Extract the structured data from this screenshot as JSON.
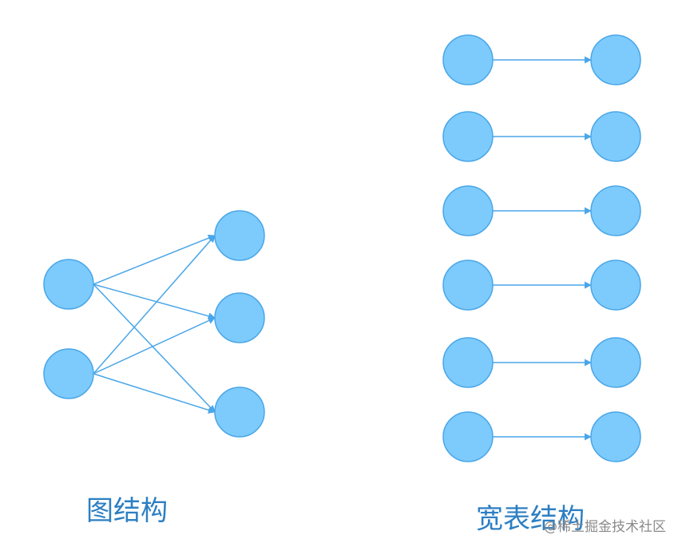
{
  "colors": {
    "node_fill": "#7ccbfc",
    "node_stroke": "#4aa6e8",
    "edge": "#4aa6e8",
    "label": "#2d7fc3"
  },
  "graph": {
    "label": "图结构",
    "sources": [
      "a1",
      "a2"
    ],
    "targets": [
      "b1",
      "b2",
      "b3"
    ],
    "edges": [
      [
        "a1",
        "b1"
      ],
      [
        "a1",
        "b2"
      ],
      [
        "a1",
        "b3"
      ],
      [
        "a2",
        "b1"
      ],
      [
        "a2",
        "b2"
      ],
      [
        "a2",
        "b3"
      ]
    ]
  },
  "wide_table": {
    "label": "宽表结构",
    "rows": 6
  },
  "watermark": "@稀土掘金技术社区"
}
